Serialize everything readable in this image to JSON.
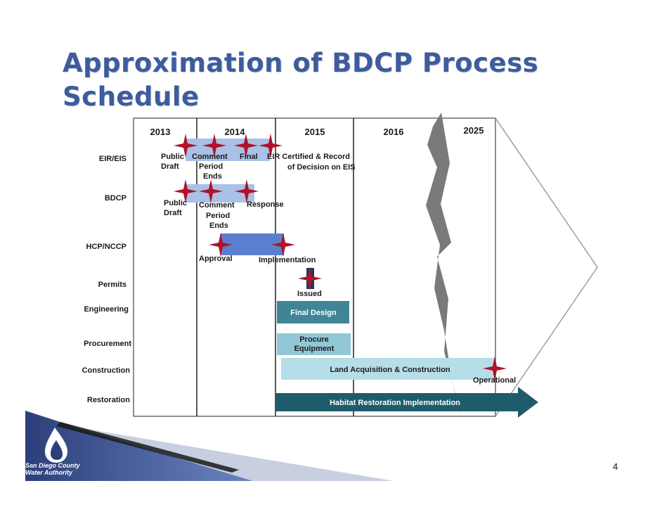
{
  "title": "Approximation of BDCP Process Schedule",
  "years": [
    "2013",
    "2014",
    "2015",
    "2016",
    "2025"
  ],
  "rows": {
    "eir": "EIR/EIS",
    "bdcp": "BDCP",
    "hcp": "HCP/NCCP",
    "permits": "Permits",
    "engineering": "Engineering",
    "procurement": "Procurement",
    "construction": "Construction",
    "restoration": "Restoration"
  },
  "labels": {
    "eir_public": "Public",
    "eir_draft": "Draft",
    "eir_comment": "Comment",
    "eir_period": "Period",
    "eir_ends": "Ends",
    "eir_final": "Final",
    "eir_cert_1": "EIR Certified & Record",
    "eir_cert_2": "of Decision on EIS",
    "bdcp_public": "Public",
    "bdcp_draft": "Draft",
    "bdcp_comment": "Comment",
    "bdcp_period": "Period",
    "bdcp_ends": "Ends",
    "bdcp_response": "Response",
    "hcp_approval": "Approval",
    "hcp_implementation": "Implementation",
    "permits_issued": "Issued",
    "final_design": "Final Design",
    "procure_1": "Procure",
    "procure_2": "Equipment",
    "land_acq": "Land Acquisition & Construction",
    "operational": "Operational",
    "habitat": "Habitat Restoration Implementation"
  },
  "footer": {
    "org_line1": "San Diego County",
    "org_line2": "Water Authority",
    "page_number": "4"
  },
  "colors": {
    "title": "#3d5c9c",
    "star": "#b0122a",
    "bar_light": "#a9c1e6",
    "bar_mid": "#5b7fcf",
    "bar_dark": "#1f3b63",
    "final_design": "#3f8595",
    "procure": "#92c7d6",
    "land": "#b7dde8",
    "habitat": "#1f5c6b"
  }
}
